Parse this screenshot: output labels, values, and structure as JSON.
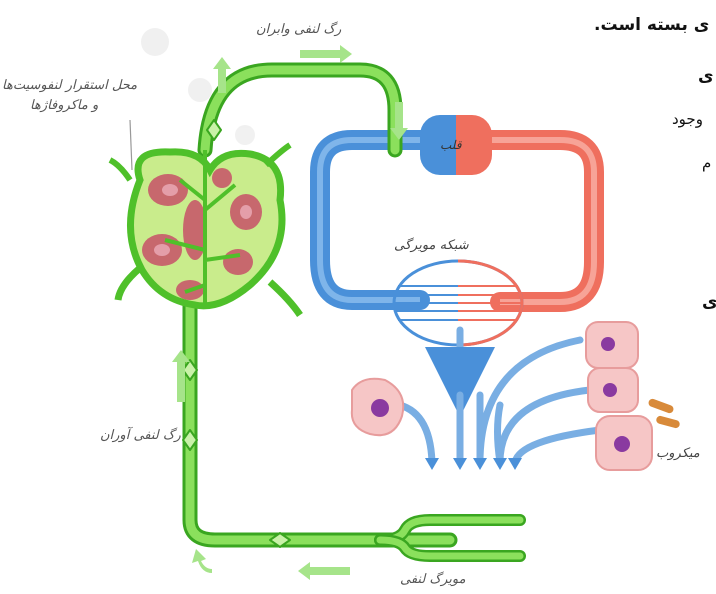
{
  "labels": {
    "efferent_vessel": "رگ لنفی وابران",
    "storage_site_line1": "محل استقرار لنفوسیت‌ها",
    "storage_site_line2": "و ماکروفاژها",
    "heart": "قلب",
    "capillary_network": "شبکه مویرگی",
    "afferent_vessel": "رگ لنفی آوران",
    "microbe": "میکروب",
    "lymph_capillary": "مویرگ لنفی"
  },
  "side_text": {
    "line1": "ی بسته است.",
    "line2": "ی",
    "line3": "وجود",
    "line4": "م",
    "line5": "ی"
  },
  "colors": {
    "lymph": "#7ed348",
    "lymph_edge": "#3aa620",
    "vein": "#4a90d9",
    "artery": "#ef6f5e",
    "node_core": "#c75a6a",
    "cell": "#f6c6c6",
    "nucleus": "#8a3aa0"
  }
}
